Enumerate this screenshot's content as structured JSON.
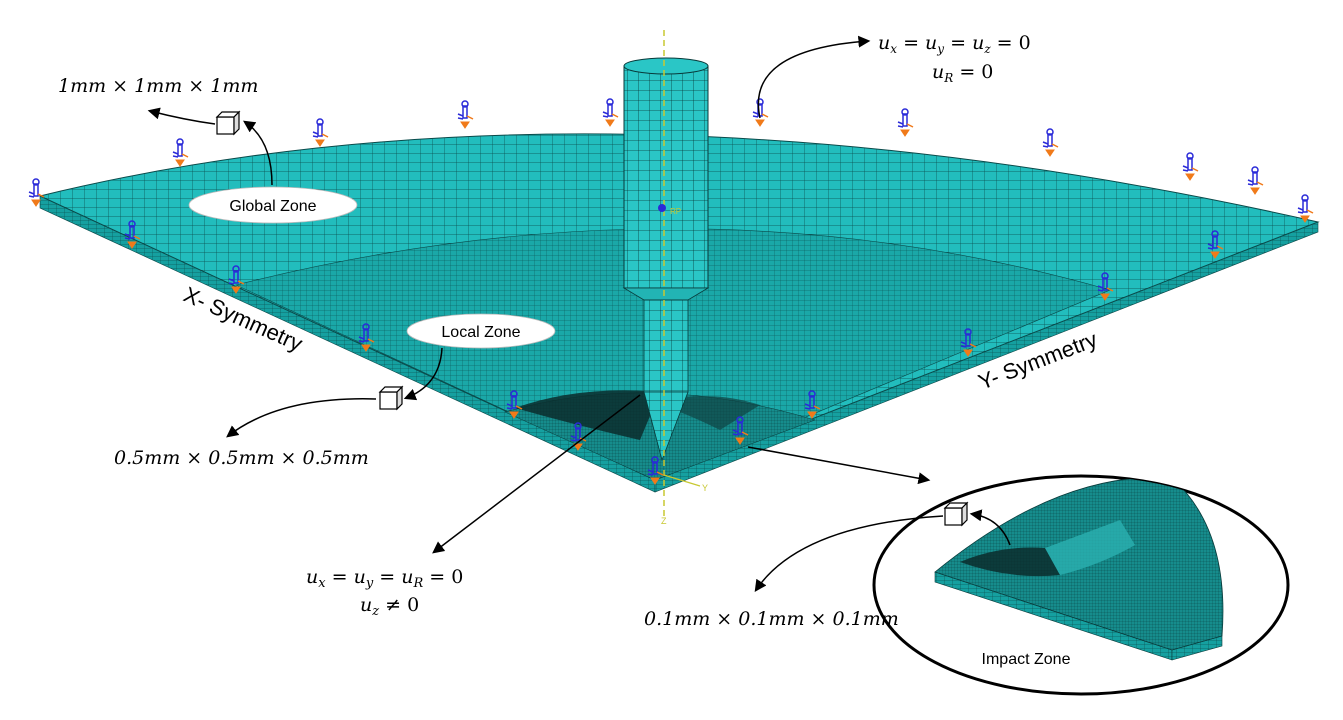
{
  "colors": {
    "mesh_fill": "#20bcbc",
    "mesh_dark": "#0e6e6e",
    "mesh_line": "#0a4a4a",
    "boundary_blue": "#2a2ad8",
    "boundary_orange": "#f07a1a",
    "axis_yellow": "#c8c832"
  },
  "labels": {
    "global_zone": "Global Zone",
    "local_zone": "Local Zone",
    "impact_zone": "Impact Zone",
    "x_symmetry": "X- Symmetry",
    "y_symmetry": "Y- Symmetry"
  },
  "element_sizes": {
    "global": "1mm × 1mm × 1mm",
    "local": "0.5mm × 0.5mm × 0.5mm",
    "impact": "0.1mm × 0.1mm × 0.1mm"
  },
  "boundary_conditions": {
    "outer_edge": {
      "line1": "u_x = u_y = u_z = 0",
      "line2": "u_R = 0"
    },
    "impact_tip": {
      "line1": "u_x = u_y = u_R = 0",
      "line2": "u_z ≠ 0"
    }
  },
  "axis_labels": {
    "y": "Y",
    "z": "Z",
    "rp": "RP"
  },
  "icons": {
    "element_cube": "cube-icon",
    "boundary_marker": "fixed-support-icon"
  }
}
